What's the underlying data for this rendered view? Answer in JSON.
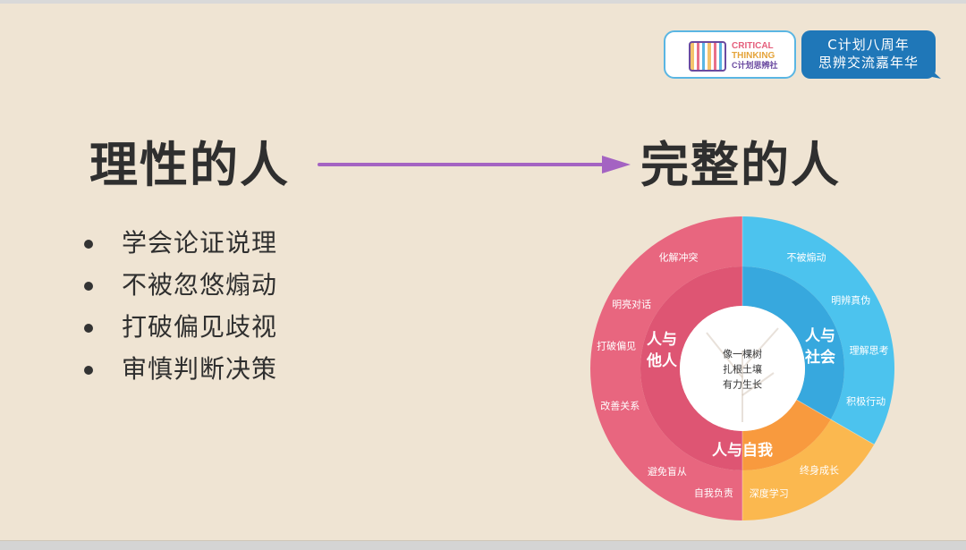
{
  "logo": {
    "line1": "CRITICAL",
    "line2": "THINKING",
    "line3": "C计划思辨社",
    "badge_line1": "C计划八周年",
    "badge_line2": "思辨交流嘉年华"
  },
  "title_left": "理性的人",
  "title_right": "完整的人",
  "bullets": [
    "学会论证说理",
    "不被忽悠煽动",
    "打破偏见歧视",
    "审慎判断决策"
  ],
  "diagram": {
    "center_lines": [
      "像一棵树",
      "扎根土壤",
      "有力生长"
    ],
    "sectors": [
      {
        "label_lines": [
          "人与",
          "他人"
        ],
        "color": "#e8667f",
        "inner_color": "#de5573",
        "outer_items": [
          "化解冲突",
          "明亮对话",
          "打破偏见",
          "改善关系"
        ]
      },
      {
        "label_lines": [
          "人与",
          "社会"
        ],
        "color": "#4cc3ee",
        "inner_color": "#37a8de",
        "outer_items": [
          "不被煽动",
          "明辨真伪",
          "理解思考",
          "积极行动"
        ]
      },
      {
        "label_lines": [
          "人与自我"
        ],
        "color": "#fbb84f",
        "inner_color": "#f89a3e",
        "outer_items": [
          "终身成长",
          "深度学习",
          "自我负责",
          "避免盲从"
        ]
      }
    ]
  },
  "colors": {
    "arrow": "#a463c2",
    "background": "#efe4d3",
    "badge": "#1f77b8"
  }
}
